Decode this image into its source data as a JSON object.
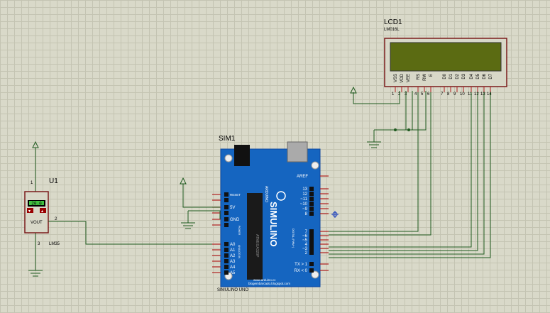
{
  "lcd": {
    "ref": "LCD1",
    "model": "LM016L",
    "pin_labels": [
      "VSS",
      "VDD",
      "VEE",
      "RS",
      "RW",
      "E",
      "D0",
      "D1",
      "D2",
      "D3",
      "D4",
      "D5",
      "D6",
      "D7"
    ],
    "pin_numbers": [
      "1",
      "2",
      "3",
      "4",
      "5",
      "6",
      "7",
      "8",
      "9",
      "10",
      "11",
      "12",
      "13",
      "14"
    ]
  },
  "sensor": {
    "ref": "U1",
    "model": "LM35",
    "reading": "20.0",
    "out_label": "VOUT",
    "pin1": "1",
    "pin2": "2",
    "pin3": "3"
  },
  "board": {
    "ref": "SIM1",
    "caption": "SIMULINO UNO",
    "brand": "SIMULINO",
    "sub": "ARDUINO",
    "aref": "AREF",
    "digital_labels": [
      "13",
      "12",
      "~11",
      "~10",
      "~9",
      "8",
      "7",
      "~6",
      "~5",
      "4",
      "~3",
      "2",
      "TX > 1",
      "RX < 0"
    ],
    "analog_labels": [
      "A0",
      "A1",
      "A2",
      "A3",
      "A4",
      "A5"
    ],
    "power_labels": [
      "RESET",
      "5V",
      "GND"
    ],
    "power_title": "POWER",
    "analog_title": "ANALOG IN",
    "digital_title": "DIGITAL (PWM~)",
    "url1": "www.arduino.cc",
    "url2": "blogembarcado.blogspot.com",
    "chip_label": "ATMEGA328P"
  },
  "colors": {
    "wire": "#1f5a1f",
    "board": "#1565c0",
    "pin": "#b02020",
    "lcd_screen": "#5b6b12"
  }
}
